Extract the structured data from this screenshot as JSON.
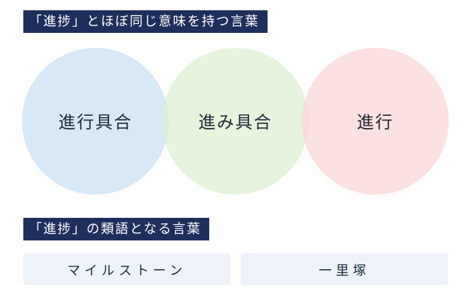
{
  "section_1": {
    "heading": "「進捗」とほぼ同じ意味を持つ言葉",
    "circles": [
      {
        "label": "進行具合",
        "color": "#c8dff4"
      },
      {
        "label": "進み具合",
        "color": "#ddeed0"
      },
      {
        "label": "進行",
        "color": "#f9d6d6"
      }
    ]
  },
  "section_2": {
    "heading": "「進捗」の類語となる言葉",
    "boxes": [
      {
        "label": "マイルストーン"
      },
      {
        "label": "一里塚"
      }
    ]
  },
  "colors": {
    "heading_bg": "#1f2f5c",
    "box_bg": "#edf3f8"
  }
}
